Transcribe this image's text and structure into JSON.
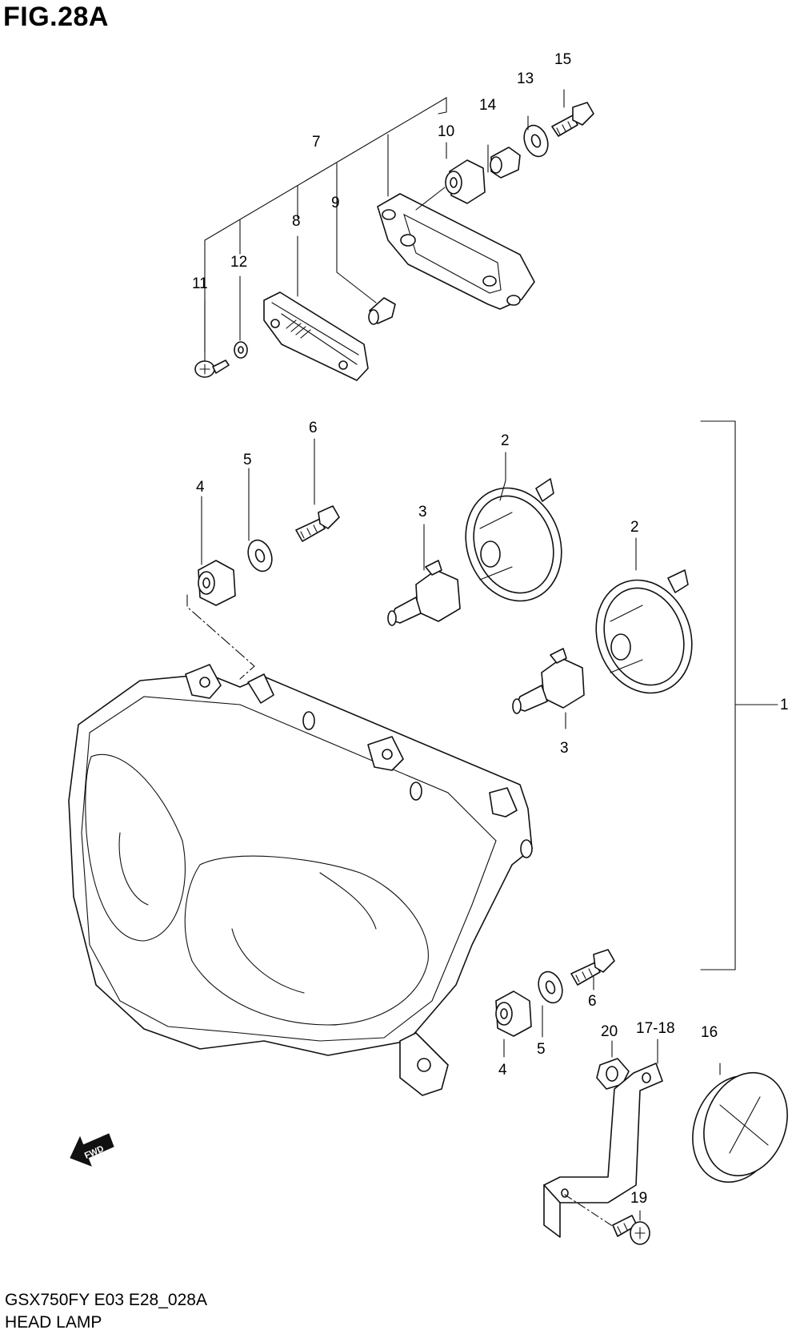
{
  "figure": {
    "title": "FIG.28A",
    "model_code": "GSX750FY E03 E28_028A",
    "name": "HEAD LAMP"
  },
  "direction_marker": {
    "label": "FWD",
    "icon": "forward-arrow-icon"
  },
  "callouts": {
    "c1": "1",
    "c2a": "2",
    "c2b": "2",
    "c3a": "3",
    "c3b": "3",
    "c4a": "4",
    "c4b": "4",
    "c5a": "5",
    "c5b": "5",
    "c6a": "6",
    "c6b": "6",
    "c7": "7",
    "c8": "8",
    "c9": "9",
    "c10": "10",
    "c11": "11",
    "c12": "12",
    "c13": "13",
    "c14": "14",
    "c15": "15",
    "c16": "16",
    "c17_18": "17-18",
    "c19": "19",
    "c20": "20"
  }
}
